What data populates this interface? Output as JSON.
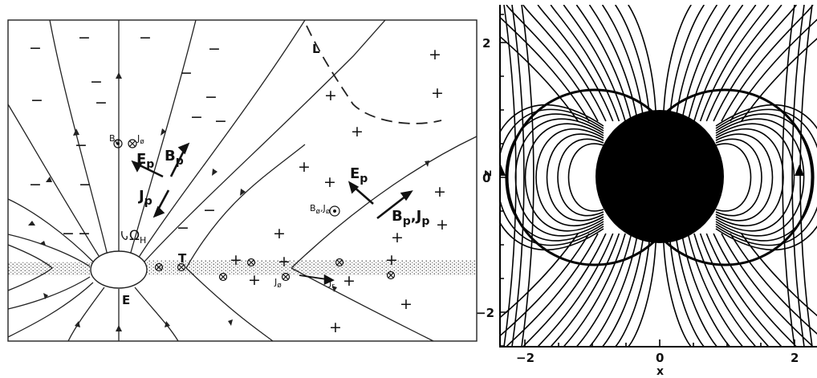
{
  "left_panel": {
    "labels": {
      "L": "L",
      "T": "T",
      "E": "E",
      "omega": "Ω",
      "omega_sub": "H",
      "ep_left": "E",
      "ep_left_sub": "p",
      "bp_left": "B",
      "bp_left_sub": "p",
      "jp_left": "J",
      "jp_left_sub": "p",
      "ep_right": "E",
      "ep_right_sub": "p",
      "bpjp": "B",
      "bpjp_sub": "p",
      "bpjp_sep": ",J",
      "bpjp_sub2": "p",
      "bphi_jphi_top": "B",
      "bphi_jphi_top_sub": "ø",
      "bphi_jphi_top_mid": "J",
      "bphi_jphi_top_sub2": "ø",
      "bphi_jphi_right": "B",
      "bphi_jphi_right_sub": "ø",
      "bphi_jphi_right_mid": ",J",
      "bphi_jphi_right_sub2": "ø",
      "jphi": "J",
      "jphi_sub": "ø",
      "jr": "J",
      "jr_sub": "r"
    },
    "minus_sign": "−",
    "plus_sign": "+"
  },
  "right_panel": {
    "y_ticks": [
      "2",
      "0",
      "−2"
    ],
    "x_ticks": [
      "−2",
      "0",
      "2"
    ],
    "xlabel": "x",
    "ylabel": "z"
  }
}
